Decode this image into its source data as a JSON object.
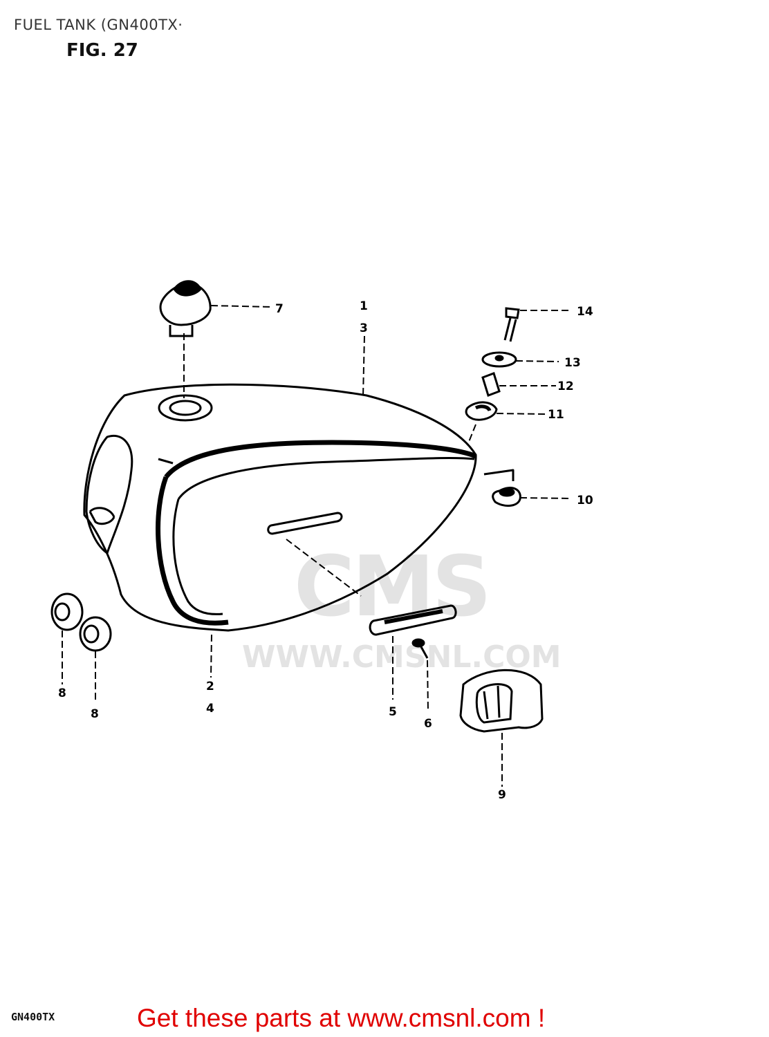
{
  "page_title": "FUEL TANK (GN400TX·",
  "figure_label": "FIG. 27",
  "model_code": "GN400TX",
  "promo_text": "Get these parts at www.cmsnl.com !",
  "watermark": {
    "logo_text": "CMS",
    "url_text": "WWW.CMSNL.COM"
  },
  "callouts": [
    "1",
    "3",
    "2",
    "4",
    "5",
    "6",
    "7",
    "8",
    "8",
    "9",
    "10",
    "11",
    "12",
    "13",
    "14"
  ]
}
